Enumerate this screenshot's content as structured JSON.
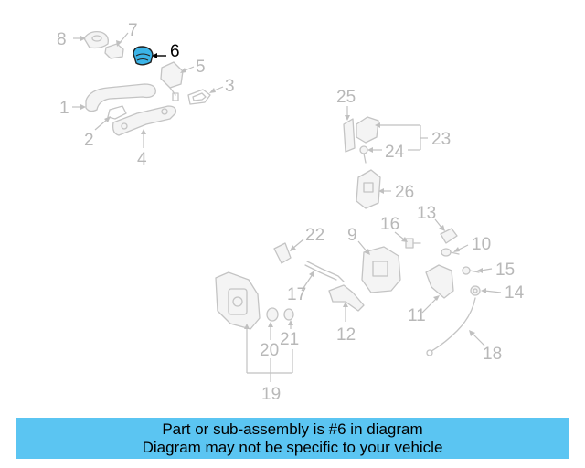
{
  "diagram": {
    "callouts": [
      "1",
      "2",
      "3",
      "4",
      "5",
      "6",
      "7",
      "8",
      "9",
      "10",
      "11",
      "12",
      "13",
      "14",
      "15",
      "16",
      "17",
      "18",
      "19",
      "20",
      "21",
      "22",
      "23",
      "24",
      "25",
      "26"
    ],
    "highlighted_callout": "6",
    "highlight_color": "#3bb4e8"
  },
  "banner": {
    "line1": "Part or sub-assembly is #6 in diagram",
    "line2": "Diagram may not be specific to your vehicle",
    "background": "#5bc5f2"
  }
}
